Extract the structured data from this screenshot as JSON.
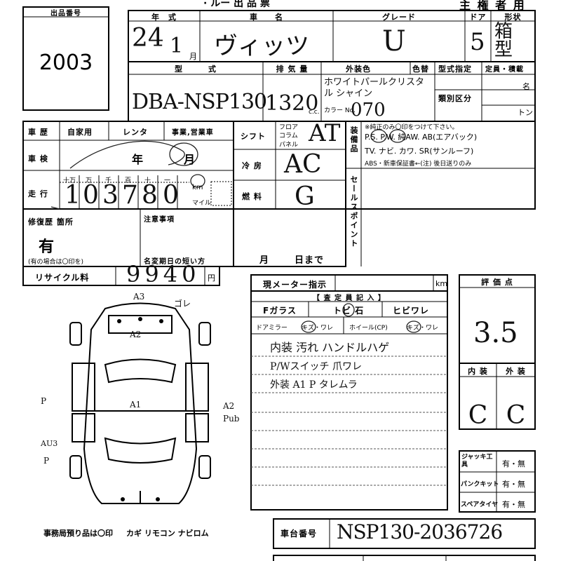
{
  "header": {
    "top_title": "主 権 者 用",
    "top_partial": "· ルー 出 品 票"
  },
  "lot": {
    "label": "出品番号",
    "number": "2003"
  },
  "vehicle": {
    "year_label": "年　式",
    "year_value": "24",
    "month_value": "1",
    "month_unit": "月",
    "name_label": "車　　名",
    "name_value": "ヴィッツ",
    "grade_label": "グレード",
    "grade_value": "U",
    "door_label": "ドア",
    "door_value": "5",
    "body_label": "形状",
    "body_value": "箱型",
    "model_label": "型　　　式",
    "model_value": "DBA-NSP130",
    "displacement_label": "排 気 量",
    "displacement_value": "1320",
    "displacement_unit": "c.c.",
    "exterior_color_label": "外装色",
    "color_only_label": "色替",
    "color_value": "ホワイトパールクリスタル シャイン",
    "color_no_label": "カラー No.",
    "color_no_value": "070",
    "type_designation_label": "型式指定",
    "category_label": "類別区分",
    "capacity_label": "定員・積載",
    "capacity_unit_person": "名",
    "capacity_unit_ton": "トン"
  },
  "history": {
    "label": "車 歴",
    "options": [
      "自家用",
      "レンタ",
      "事業,営業車"
    ],
    "inspection_label": "車 検",
    "inspection_year_unit": "年",
    "inspection_month_unit": "月",
    "mileage_label": "走 行",
    "mileage_digit_labels": [
      "十万",
      "万",
      "千",
      "百",
      "十",
      "一"
    ],
    "mileage_digits": [
      "1",
      "0",
      "3",
      "7",
      "8",
      "0"
    ],
    "mileage_unit_km": "km",
    "mileage_unit_mile": "マイル"
  },
  "shift": {
    "label": "シフト",
    "options": [
      "フロア",
      "コラム",
      "パネル"
    ],
    "value": "AT",
    "ac_label": "冷 房",
    "ac_value": "AC",
    "fuel_label": "燃 料",
    "fuel_value": "G"
  },
  "equipment": {
    "label": "装備品",
    "note": "※純正のみ〇印をつけて下さい。",
    "line1": "P.S. P.W. 純AW. AB(エアバック)",
    "line2": "TV. ナビ. カワ. SR(サンルーフ)",
    "line3": "ABS・新車保証書←(注) 後日送りのみ"
  },
  "sales_point": {
    "label": "セールスポイント"
  },
  "repair": {
    "label": "修復歴 箇所",
    "value": "有",
    "note": "(有の場合は〇印を)",
    "caution_label": "注意事項",
    "name_change_label": "名変期日の短い方",
    "month_unit": "月",
    "day_unit": "日まで"
  },
  "recycle": {
    "label": "リサイクル料",
    "value": "9940",
    "unit": "円"
  },
  "meter": {
    "label": "現メーター指示",
    "unit": "km"
  },
  "inspector": {
    "title": "【 査 定 員 記 入 】",
    "row1": [
      "Fガラス",
      "トビ 石",
      "ヒビワレ"
    ],
    "row2_label": "ドアミラー",
    "row2_opts": "キズ・ワレ",
    "row2b_label": "ホイール(CP)",
    "row2b_opts": "キズ・ワレ",
    "notes": [
      "内装 汚れ ハンドルハゲ",
      "P/Wスイッチ 爪ワレ",
      "外装 A1 P タレムラ"
    ]
  },
  "rating": {
    "label": "評 価 点",
    "value": "3.5",
    "interior_label": "内 装",
    "exterior_label": "外 装",
    "interior_value": "C",
    "exterior_value": "C"
  },
  "tools": {
    "jack_label": "ジャッキ工具",
    "puncture_label": "パンクキット",
    "spare_label": "スペアタイヤ",
    "options": "有・無"
  },
  "car_diagram": {
    "marks": [
      "A3",
      "ゴレ",
      "A2",
      "A1",
      "P",
      "A2",
      "Pub",
      "AU3",
      "P"
    ]
  },
  "footer": {
    "office_items": "事務局預り品は〇印",
    "items": "カギ リモコン ナビロム",
    "chassis_label": "車台番号",
    "chassis_value": "NSP130-2036726"
  }
}
